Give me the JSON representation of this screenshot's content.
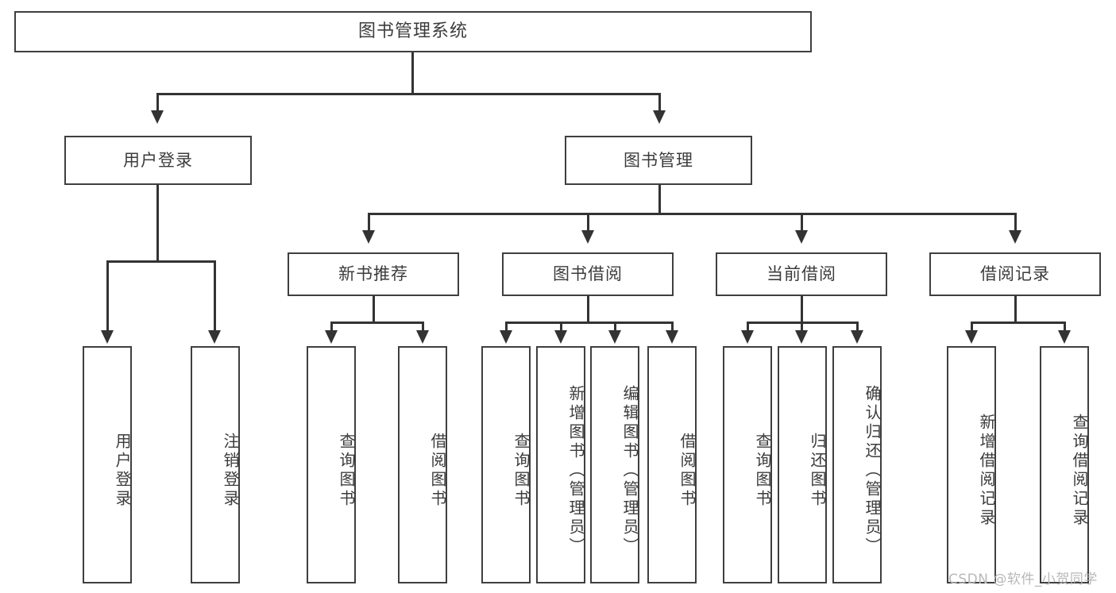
{
  "diagram": {
    "type": "tree",
    "title": "图书管理系统",
    "watermark": "CSDN @软件_小贺同学",
    "colors": {
      "box_border": "#3f3f3f",
      "line": "#333333",
      "text": "#3c3c3c",
      "background": "#ffffff",
      "watermark": "#b8b8b8"
    },
    "levels": {
      "root": {
        "label": "图书管理系统"
      },
      "level1": [
        {
          "id": "user-login",
          "label": "用户登录"
        },
        {
          "id": "book-manage",
          "label": "图书管理"
        }
      ],
      "level2": [
        {
          "id": "new-book-rec",
          "label": "新书推荐",
          "parent": "book-manage"
        },
        {
          "id": "book-borrow",
          "label": "图书借阅",
          "parent": "book-manage"
        },
        {
          "id": "current-borrow",
          "label": "当前借阅",
          "parent": "book-manage"
        },
        {
          "id": "borrow-record",
          "label": "借阅记录",
          "parent": "book-manage"
        }
      ],
      "leaves": [
        {
          "id": "leaf-user-login",
          "label": "用户登录",
          "parent": "user-login"
        },
        {
          "id": "leaf-logout",
          "label": "注销登录",
          "parent": "user-login"
        },
        {
          "id": "leaf-query-book-1",
          "label": "查询图书",
          "parent": "new-book-rec"
        },
        {
          "id": "leaf-borrow-book-1",
          "label": "借阅图书",
          "parent": "new-book-rec"
        },
        {
          "id": "leaf-query-book-2",
          "label": "查询图书",
          "parent": "book-borrow"
        },
        {
          "id": "leaf-add-book",
          "label": "新增图书（管理员）",
          "parent": "book-borrow"
        },
        {
          "id": "leaf-edit-book",
          "label": "编辑图书（管理员）",
          "parent": "book-borrow"
        },
        {
          "id": "leaf-borrow-book-2",
          "label": "借阅图书",
          "parent": "book-borrow"
        },
        {
          "id": "leaf-query-book-3",
          "label": "查询图书",
          "parent": "current-borrow"
        },
        {
          "id": "leaf-return-book",
          "label": "归还图书",
          "parent": "current-borrow"
        },
        {
          "id": "leaf-confirm-return",
          "label": "确认归还（管理员）",
          "parent": "current-borrow"
        },
        {
          "id": "leaf-add-record",
          "label": "新增借阅记录",
          "parent": "borrow-record"
        },
        {
          "id": "leaf-query-record",
          "label": "查询借阅记录",
          "parent": "borrow-record"
        }
      ]
    }
  }
}
